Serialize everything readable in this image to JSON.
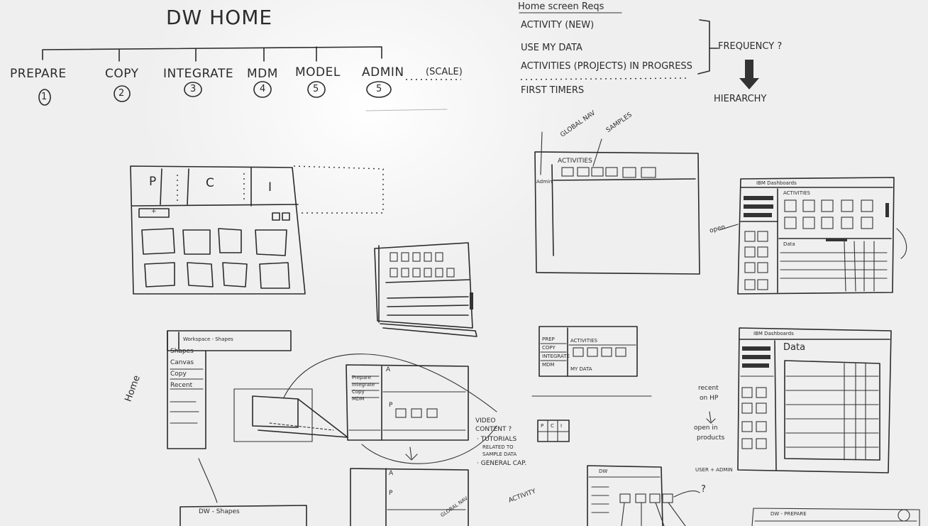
{
  "title": "DW HOME",
  "flow": {
    "steps": [
      "PREPARE",
      "COPY",
      "INTEGRATE",
      "MDM",
      "MODEL",
      "ADMIN"
    ],
    "numbers": [
      "1",
      "2",
      "3",
      "4",
      "5",
      "5"
    ],
    "scale_note": "(SCALE)"
  },
  "requirements": {
    "heading": "Home screen Reqs",
    "items": [
      "ACTIVITY (NEW)",
      "USE MY DATA",
      "ACTIVITIES (PROJECTS) IN PROGRESS",
      "FIRST TIMERS"
    ],
    "bracket_label": "FREQUENCY ?",
    "result_label": "HIERARCHY"
  },
  "sketch_prepare": {
    "tab_p": "P",
    "tab_c": "C",
    "tab_i": "I",
    "add": "+"
  },
  "sketch_activities": {
    "annotation_nav": "GLOBAL NAV",
    "annotation_samples": "SAMPLES",
    "label": "ACTIVITIES",
    "side_label": "Admin"
  },
  "sketch_dashboard_right": {
    "title": "IBM Dashboards",
    "panel_label": "ACTIVITIES",
    "data_label": "Data",
    "open_note": "open"
  },
  "sketch_shapes": {
    "title": "Workspace - Shapes",
    "menu": [
      "Shapes",
      "Canvas",
      "Copy",
      "Recent"
    ],
    "side_note": "Home"
  },
  "sketch_middle": {
    "menu": [
      "Prepare",
      "Integrate",
      "Copy",
      "MDM"
    ],
    "label_a": "A",
    "label_p": "P",
    "label_bottom_a": "A",
    "label_bottom_p": "P"
  },
  "video_note": [
    "VIDEO",
    "CONTENT ?",
    "· TUTORIALS",
    "RELATED TO",
    "SAMPLE DATA",
    "· GENERAL CAP."
  ],
  "sketch_activities_small": {
    "menu": [
      "PREP",
      "COPY",
      "INTEGRATE",
      "MDM"
    ],
    "activities": "ACTIVITIES",
    "my_data": "MY DATA"
  },
  "sketch_pci": {
    "cells": [
      "P",
      "C",
      "I"
    ]
  },
  "sketch_data_right": {
    "title": "IBM Dashboards",
    "data_label": "Data",
    "recent_note": [
      "recent",
      "on HP"
    ],
    "open_note": [
      "open in",
      "products"
    ]
  },
  "bottom_notes": {
    "dw_shapes": "DW - Shapes",
    "activity": "ACTIVITY",
    "global_nav": "GLOBAL NAV",
    "user_admin": "USER + ADMIN",
    "question": "?",
    "dw_prepare": "DW - PREPARE",
    "dw": "DW"
  }
}
